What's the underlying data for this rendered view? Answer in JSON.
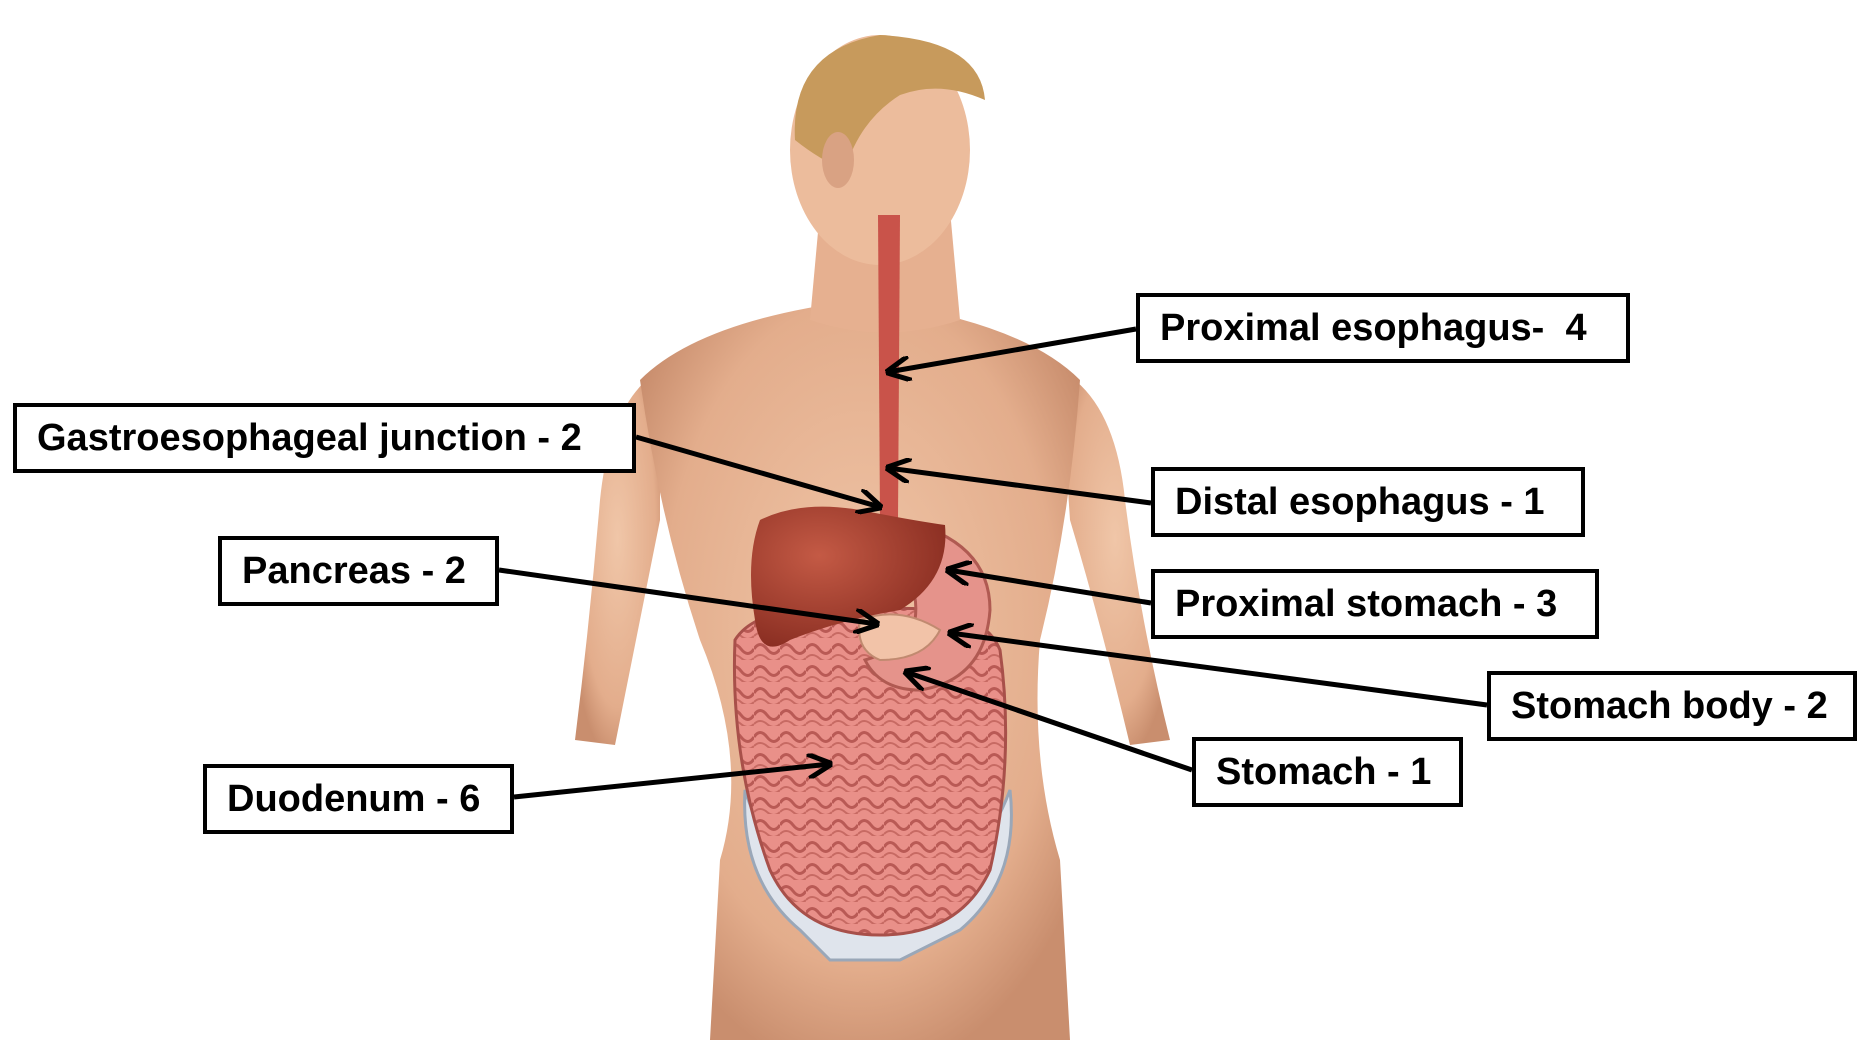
{
  "labels": {
    "proximal_esophagus": "Proximal esophagus-  4",
    "gastroesophageal_junction": "Gastroesophageal junction - 2",
    "distal_esophagus": "Distal esophagus - 1",
    "pancreas": "Pancreas - 2",
    "proximal_stomach": "Proximal stomach - 3",
    "stomach_body": "Stomach body - 2",
    "stomach": "Stomach - 1",
    "duodenum": "Duodenum - 6"
  },
  "colors": {
    "skin": "#e9b99a",
    "skin_shadow": "#c98e6e",
    "hair": "#c79a5c",
    "liver": "#a8402f",
    "intestine": "#e58a82",
    "esophagus": "#c9534a",
    "pelvis": "#d7dde6",
    "arrow": "#000000"
  }
}
